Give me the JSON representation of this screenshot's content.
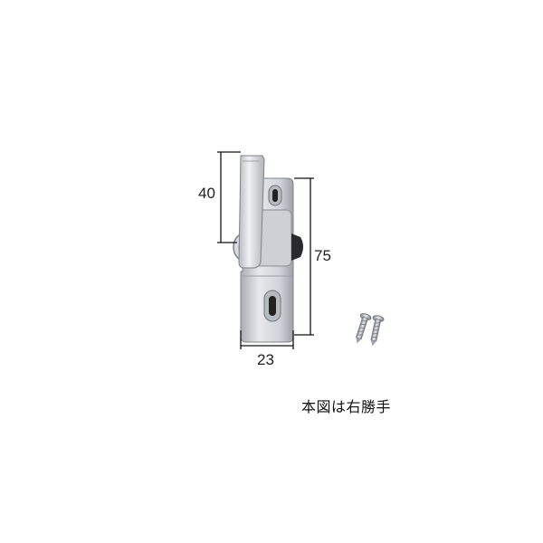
{
  "dimensions": {
    "handle_height": "40",
    "total_height": "75",
    "width": "23"
  },
  "caption": "本図は右勝手",
  "colors": {
    "metal_light": "#e4e6e9",
    "metal_mid": "#c3c7cc",
    "metal_dark": "#8d9298",
    "dimension_line": "#111111",
    "knob": "#2a2a2a"
  }
}
